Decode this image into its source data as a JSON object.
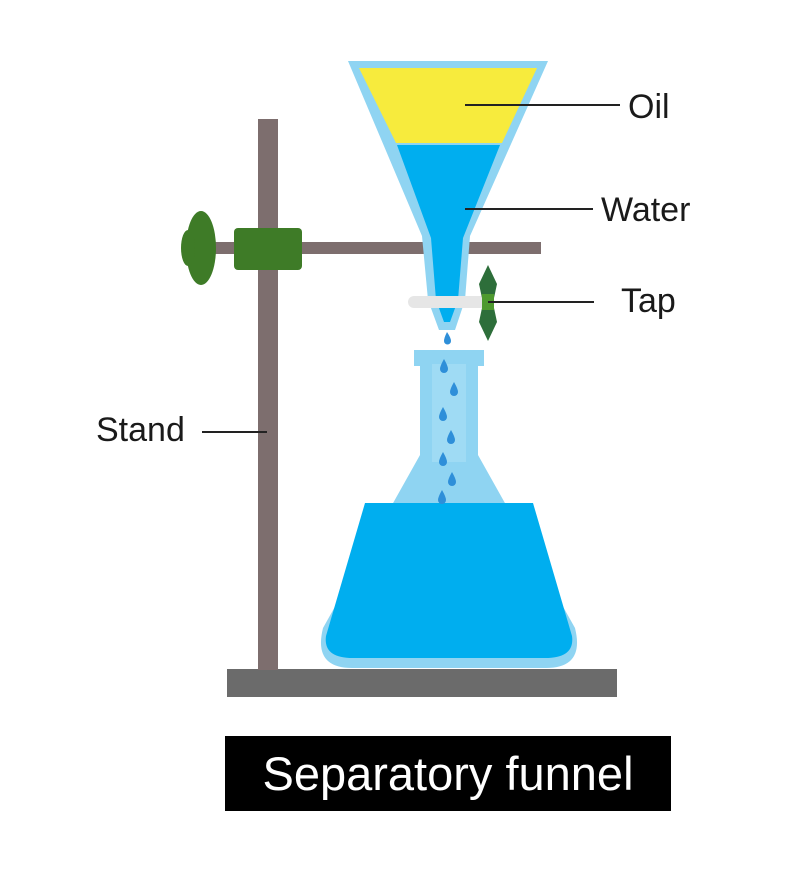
{
  "labels": {
    "oil": "Oil",
    "water": "Water",
    "tap": "Tap",
    "stand": "Stand"
  },
  "caption": "Separatory funnel",
  "colors": {
    "oil": "#f7eb3d",
    "water": "#00aeef",
    "glass_outline": "#8fd4f2",
    "stand": "#7d6e6e",
    "base": "#6b6b6b",
    "clamp": "#3e7b27",
    "tap_handle": "#2d6e3a",
    "tap_stem": "#e6e6e6",
    "droplet": "#2e8fd9",
    "caption_bg": "#000000",
    "caption_text": "#ffffff"
  }
}
